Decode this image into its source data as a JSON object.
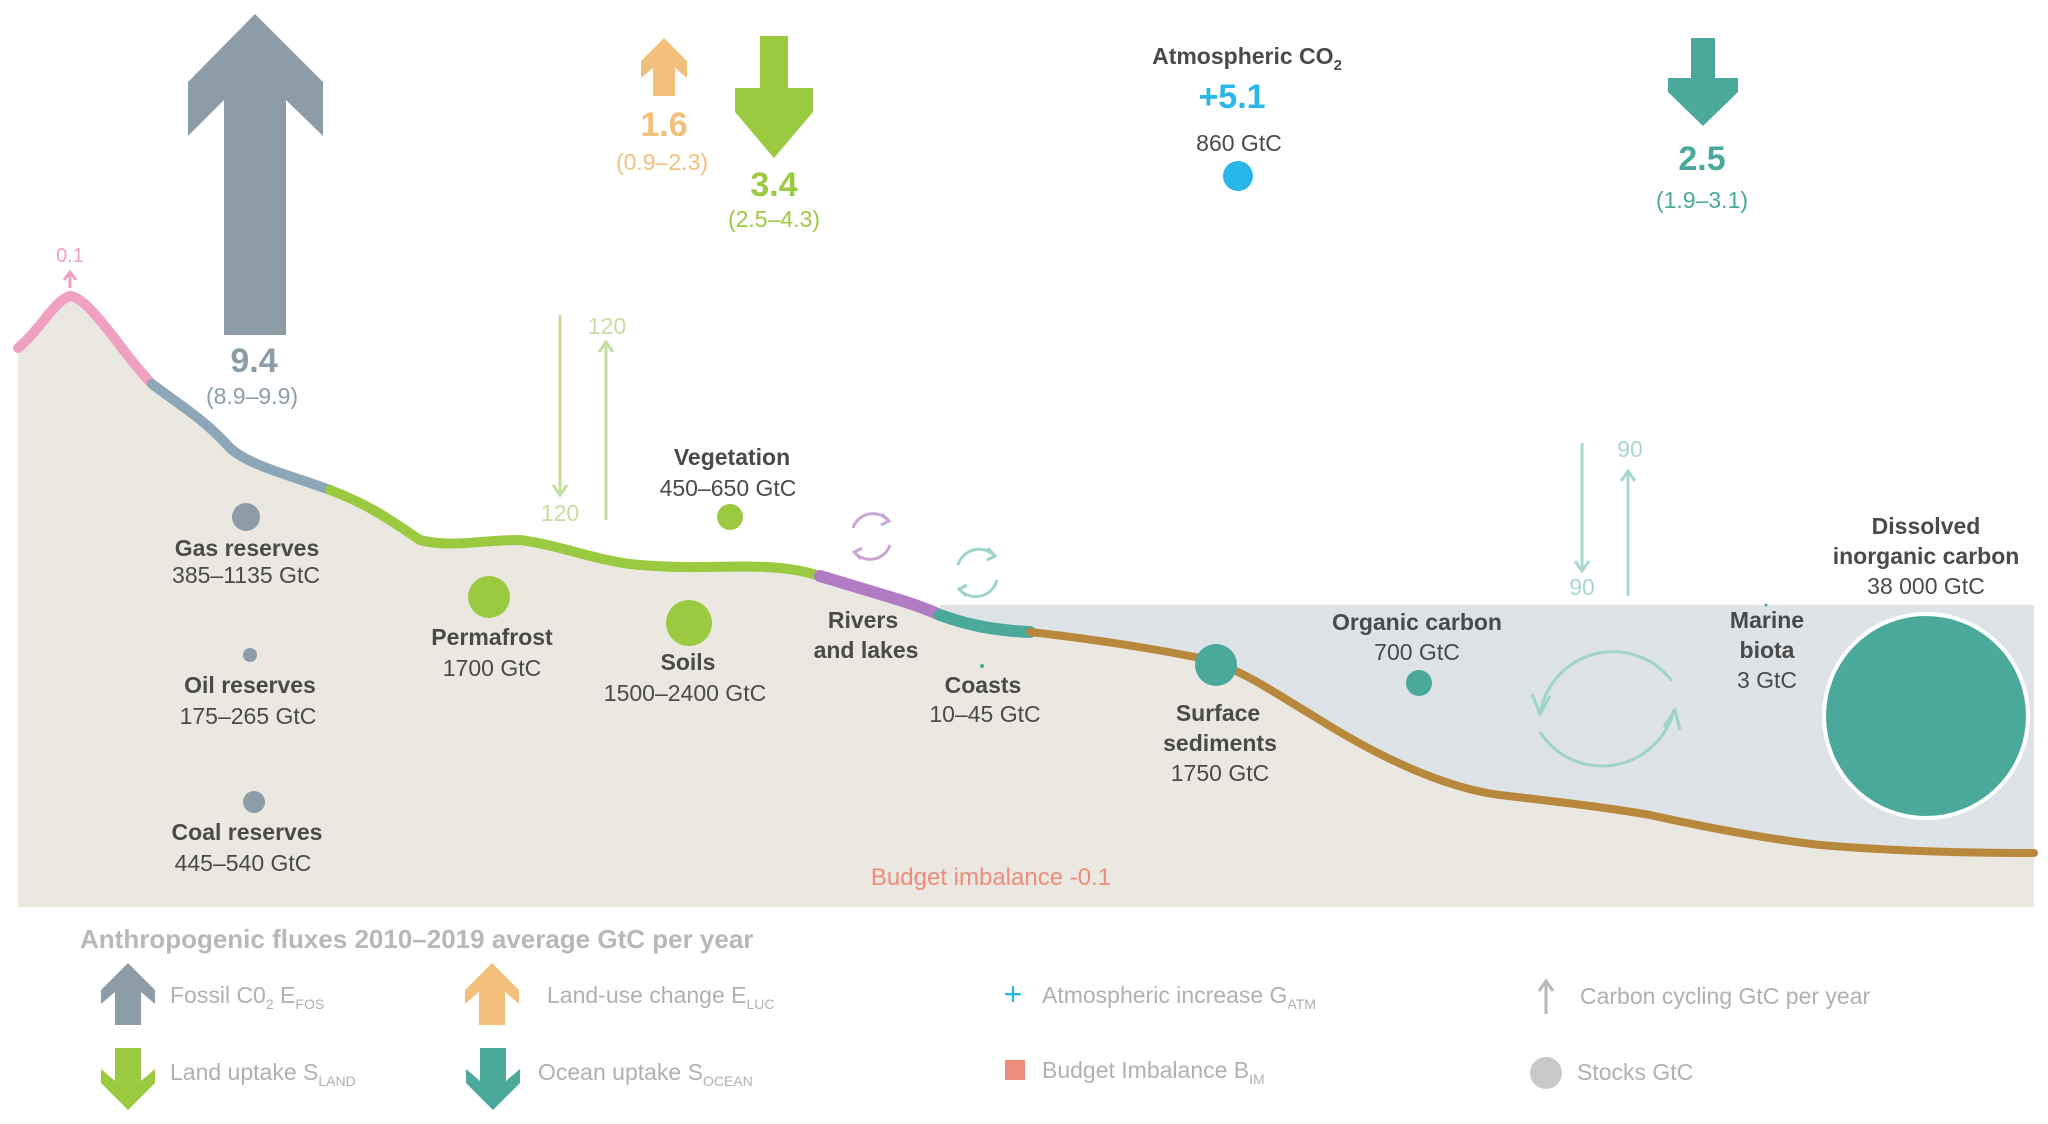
{
  "colors": {
    "fossil": "#8c9da8",
    "luc": "#f3c07c",
    "land": "#9bc93f",
    "ocean": "#4aa99b",
    "atmosphere": "#29b6e8",
    "imbalance": "#ee8b7c",
    "stock": "#c8c8c8",
    "cycling": "#b8b8b8",
    "ground": "#ebe8e1",
    "water": "#dde3e6",
    "cement": "#f0a0c0",
    "rivers": "#b27cc4",
    "sediment": "#b8883c",
    "legend_text": "#b0b0b0"
  },
  "fluxes": {
    "cement": {
      "value": "0.1"
    },
    "fossil": {
      "value": "9.4",
      "range": "(8.9–9.9)"
    },
    "luc": {
      "value": "1.6",
      "range": "(0.9–2.3)"
    },
    "land": {
      "value": "3.4",
      "range": "(2.5–4.3)"
    },
    "atmosphere": {
      "title": "Atmospheric CO",
      "title_sub": "2",
      "value": "+5.1",
      "stock": "860 GtC"
    },
    "ocean": {
      "value": "2.5",
      "range": "(1.9–3.1)"
    },
    "land_cycling": {
      "down": "120",
      "up": "120"
    },
    "ocean_cycling": {
      "down": "90",
      "up": "90"
    },
    "imbalance": {
      "label": "Budget imbalance -0.1"
    }
  },
  "stocks": {
    "gas": {
      "name": "Gas reserves",
      "value": "385–1135 GtC"
    },
    "oil": {
      "name": "Oil reserves",
      "value": "175–265 GtC"
    },
    "coal": {
      "name": "Coal reserves",
      "value": "445–540 GtC"
    },
    "permafrost": {
      "name": "Permafrost",
      "value": "1700 GtC"
    },
    "vegetation": {
      "name": "Vegetation",
      "value": "450–650 GtC"
    },
    "soils": {
      "name": "Soils",
      "value": "1500–2400 GtC"
    },
    "rivers": {
      "name_line1": "Rivers",
      "name_line2": "and lakes"
    },
    "coasts": {
      "name": "Coasts",
      "value": "10–45 GtC"
    },
    "surface_sediments": {
      "name_line1": "Surface",
      "name_line2": "sediments",
      "value": "1750 GtC"
    },
    "organic_carbon": {
      "name": "Organic carbon",
      "value": "700 GtC"
    },
    "marine_biota": {
      "name_line1": "Marine",
      "name_line2": "biota",
      "value": "3 GtC"
    },
    "dic": {
      "name_line1": "Dissolved",
      "name_line2": "inorganic carbon",
      "value": "38 000 GtC"
    }
  },
  "legend": {
    "title": "Anthropogenic fluxes 2010–2019 average GtC per year",
    "fossil": {
      "label": "Fossil C0",
      "label_sub1": "2",
      "label_mid": " E",
      "label_sub2": "FOS",
      "icon": "arrow-up-icon"
    },
    "luc": {
      "label": "Land-use change E",
      "label_sub": "LUC",
      "icon": "arrow-up-icon"
    },
    "land": {
      "label": "Land uptake S",
      "label_sub": "LAND",
      "icon": "arrow-down-icon"
    },
    "ocean": {
      "label": "Ocean uptake S",
      "label_sub": "OCEAN",
      "icon": "arrow-down-icon"
    },
    "atm": {
      "label": "Atmospheric increase G",
      "label_sub": "ATM",
      "icon": "plus-icon"
    },
    "bim": {
      "label": "Budget Imbalance B",
      "label_sub": "IM",
      "icon": "square-icon"
    },
    "cycling": {
      "label": "Carbon cycling GtC per year",
      "icon": "thin-arrow-icon"
    },
    "stocks": {
      "label": "Stocks GtC",
      "icon": "circle-icon"
    }
  }
}
